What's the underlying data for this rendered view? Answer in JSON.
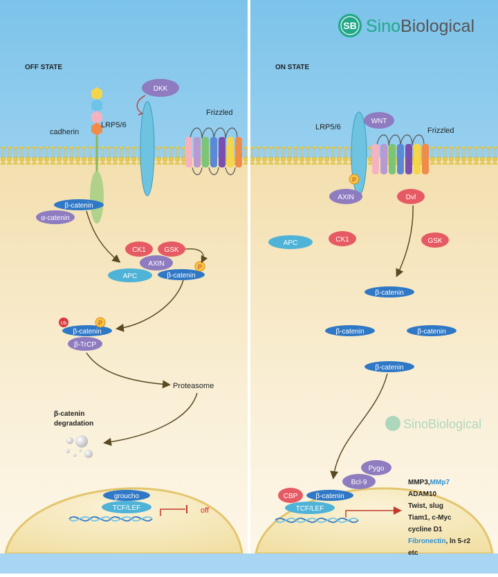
{
  "brand": {
    "name_part1": "Sino",
    "name_part2": "Biological",
    "badge": "SB",
    "watermark": "SinoBiological",
    "accent": "#21a889"
  },
  "colors": {
    "betacatenin": "#2f78c6",
    "ck1": "#e65b63",
    "axin": "#8f7bc0",
    "apc": "#4fb3d7",
    "membrane": "#e6cd52",
    "cytoplasm": "#f6e7c4"
  },
  "off_state": {
    "title": "OFF STATE",
    "dkk": "DKK",
    "lrp": "LRP5/6",
    "frizzled": "Frizzled",
    "cadherin": "cadherin",
    "beta_catenin": "β-catenin",
    "alpha_catenin": "α-catenin",
    "ck1": "CK1",
    "gsk": "GSK",
    "axin": "AXIN",
    "apc": "APC",
    "p": "P",
    "ub": "Ub",
    "btrcp": "β-TrCP",
    "proteasome": "Proteasome",
    "degradation_1": "β-catenin",
    "degradation_2": "degradation",
    "groucho": "groucho",
    "tcf": "TCF/LEF",
    "off": "off"
  },
  "on_state": {
    "title": "ON STATE",
    "wnt": "WNT",
    "lrp": "LRP5/6",
    "frizzled": "Frizzled",
    "p": "P",
    "axin": "AXIN",
    "dvl": "Dvl",
    "apc": "APC",
    "ck1": "CK1",
    "gsk": "GSK",
    "beta_catenin": "β-catenin",
    "pygo": "Pygo",
    "bcl9": "Bcl-9",
    "cbp": "CBP",
    "tcf": "TCF/LEF",
    "targets": {
      "mmp3": "MMP3,",
      "mmp7": "MMp7",
      "adam10": "ADAM10",
      "twist": "Twist, slug",
      "tiam": "Tiam1, c-Myc",
      "cycline": "cycline D1",
      "fibronectin": "Fibronectin",
      "ln": ", ln 5-r2",
      "etc": "etc"
    }
  }
}
